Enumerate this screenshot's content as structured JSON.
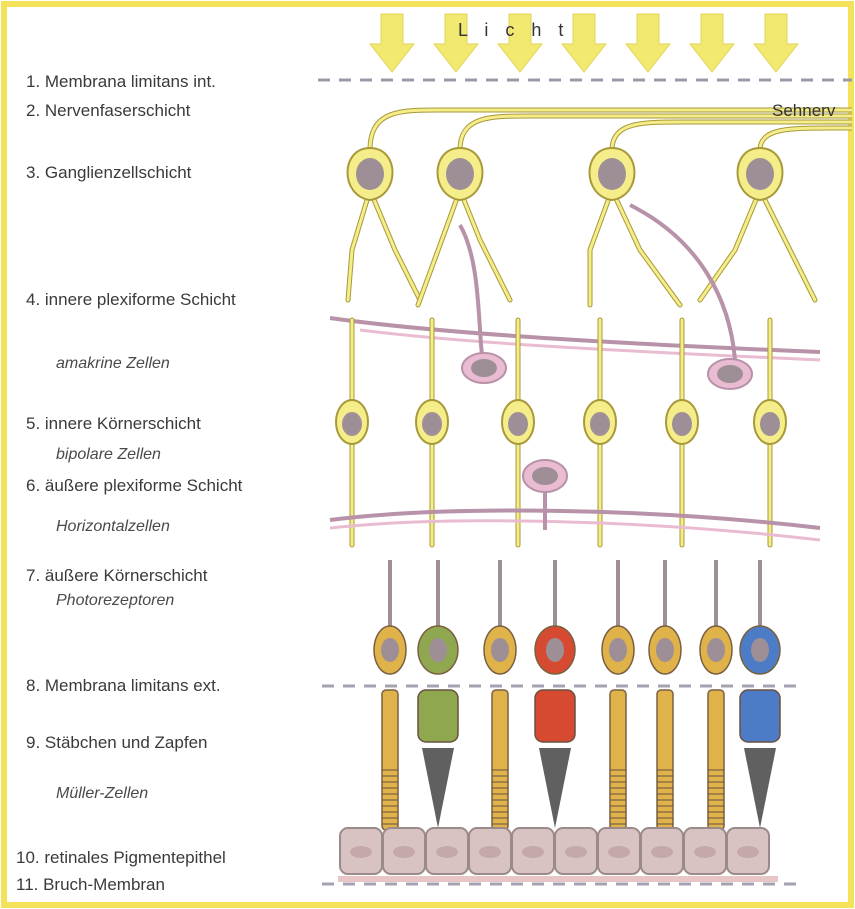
{
  "title": "L i c h t",
  "optic_nerve_label": "Sehnerv",
  "layers": [
    {
      "label": "1. Membrana limitans int."
    },
    {
      "label": "2. Nervenfaserschicht"
    },
    {
      "label": "3. Ganglienzellschicht"
    },
    {
      "label": "4. innere plexiforme Schicht"
    },
    {
      "label": "5. innere Körnerschicht"
    },
    {
      "label": "6. äußere plexiforme Schicht"
    },
    {
      "label": "7. äußere Körnerschicht"
    },
    {
      "label": "8. Membrana limitans ext."
    },
    {
      "label": "9. Stäbchen und Zapfen"
    },
    {
      "label": "10. retinales Pigmentepithel"
    },
    {
      "label": "11. Bruch-Membran"
    }
  ],
  "cell_types": {
    "amacrine": "amakrine Zellen",
    "bipolar": "bipolare Zellen",
    "horizontal": "Horizontalzellen",
    "photoreceptors": "Photorezeptoren",
    "mueller": "Müller-Zellen"
  },
  "colors": {
    "frame": "#f4e35a",
    "arrow": "#f2e86a",
    "neuron": "#f5ec8a",
    "neuron_stroke": "#a89a3a",
    "nucleus": "#9e8f96",
    "amacrine": "#e9bcd2",
    "rod": "#e0b24a",
    "cone_green": "#8fa84f",
    "cone_red": "#d64a32",
    "cone_blue": "#4d7cc6",
    "pigment_epithel": "#d9c2c2"
  }
}
